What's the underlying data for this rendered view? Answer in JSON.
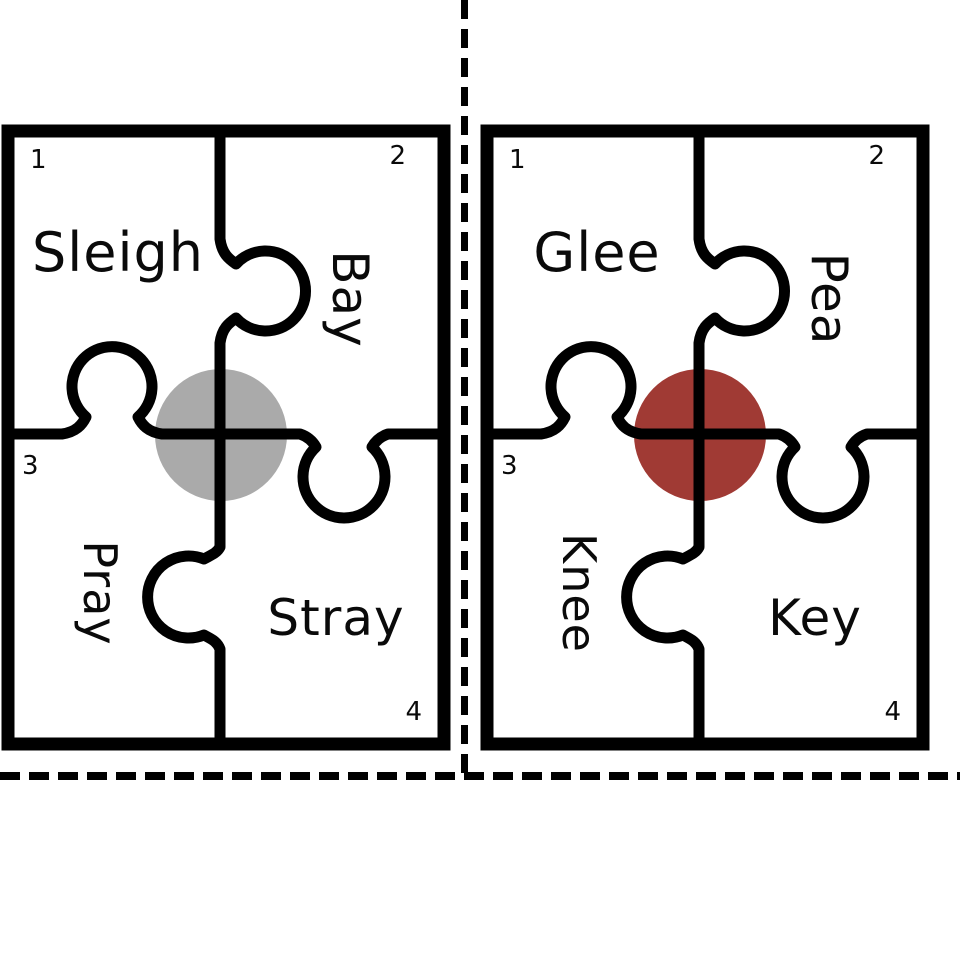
{
  "worksheet": {
    "background_color": "#ffffff",
    "line_color": "#000000"
  },
  "puzzles": [
    {
      "side": "left",
      "center_dot_color": "#AAAAAA",
      "pieces": [
        {
          "number": "1",
          "word": "Sleigh"
        },
        {
          "number": "2",
          "word": "Bay"
        },
        {
          "number": "3",
          "word": "Pray"
        },
        {
          "number": "4",
          "word": "Stray"
        }
      ]
    },
    {
      "side": "right",
      "center_dot_color": "#A03A34",
      "pieces": [
        {
          "number": "1",
          "word": "Glee"
        },
        {
          "number": "2",
          "word": "Pea"
        },
        {
          "number": "3",
          "word": "Knee"
        },
        {
          "number": "4",
          "word": "Key"
        }
      ]
    }
  ]
}
